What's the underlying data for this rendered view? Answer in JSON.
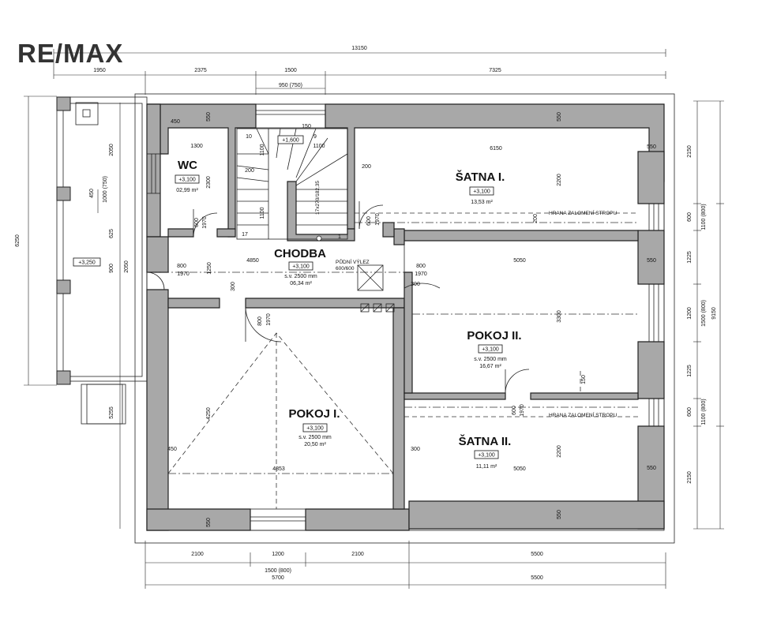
{
  "brand": {
    "logo_text": "RE/MAX"
  },
  "rooms": {
    "wc": {
      "name": "WC",
      "level": "+3,100",
      "area": "02,99 m²"
    },
    "chodba": {
      "name": "CHODBA",
      "level": "+3,100",
      "height": "s.v. 2500 mm",
      "area": "06,34 m²"
    },
    "satna1": {
      "name": "ŠATNA I.",
      "level": "+3,100",
      "area": "13,53 m²"
    },
    "pokoj2": {
      "name": "POKOJ II.",
      "level": "+3,100",
      "height": "s.v. 2500 mm",
      "area": "16,67 m²"
    },
    "pokoj1": {
      "name": "POKOJ I.",
      "level": "+3,100",
      "height": "s.v. 2500 mm",
      "area": "20,50 m²"
    },
    "satna2": {
      "name": "ŠATNA II.",
      "level": "+3,100",
      "area": "11,11 m²"
    }
  },
  "annotations": {
    "pudni_vylez": "PŮDNÍ VÝLEZ",
    "pudni_vylez_size": "600/600",
    "hrana1": "HRANA ZALOMENÍ STROPU",
    "hrana2": "HRANA ZALOMENÍ STROPU",
    "stair_level": "+1,600",
    "stair_spec": "17x270/182,35",
    "terrace_level": "+3,250"
  },
  "dimensions": {
    "top_total": "13150",
    "top_1950": "1950",
    "top_2375": "2375",
    "top_1500": "1500",
    "top_7325": "7325",
    "top_950": "950 (750)",
    "bot_2100a": "2100",
    "bot_1200": "1200",
    "bot_2100b": "2100",
    "bot_5500a": "5500",
    "bot_1500_800": "1500 (800)",
    "bot_5700": "5700",
    "bot_5500b": "5500",
    "left_6250": "6250",
    "left_2050a": "2050",
    "left_1000": "1000 (750)",
    "left_450": "450",
    "left_625": "625",
    "left_900": "900",
    "left_2050b": "2050",
    "left_5255": "5255",
    "right_2150a": "2150",
    "right_600a": "600",
    "right_1100a": "1100 (800)",
    "right_1225a": "1225",
    "right_1200": "1200",
    "right_1500": "1500 (800)",
    "right_9150": "9150",
    "right_1225b": "1225",
    "right_600b": "600",
    "right_1100b": "1100 (800)",
    "right_2150b": "2150",
    "in_450": "450",
    "in_550a": "550",
    "in_1300": "1300",
    "in_2300": "2300",
    "in_10": "10",
    "in_150": "150",
    "in_9": "9",
    "in_1100a": "1100",
    "in_1100b": "1100",
    "in_200a": "200",
    "in_1100c": "1100",
    "in_200b": "200",
    "in_6150": "6150",
    "in_550b": "550",
    "in_550c": "550",
    "in_2200a": "2200",
    "in_200c": "200",
    "in_600a": "600",
    "in_1970a": "1970",
    "in_17": "17",
    "in_1": "1",
    "in_600b": "600",
    "in_1970b": "1970",
    "in_4850": "4850",
    "in_800a": "800",
    "in_1970c": "1970",
    "in_1250": "1250",
    "in_300a": "300",
    "in_800b": "800",
    "in_1970d": "1970",
    "in_800c": "800",
    "in_1970e": "1970",
    "in_300b": "300",
    "in_5050a": "5050",
    "in_550d": "550",
    "in_3300": "3300",
    "in_150b": "150",
    "in_600c": "600",
    "in_1970f": "1970",
    "in_4250": "4250",
    "in_450b": "450",
    "in_4853": "4853",
    "in_300c": "300",
    "in_5050b": "5050",
    "in_2200b": "2200",
    "in_550e": "550",
    "in_550f": "550",
    "in_550g": "550"
  }
}
